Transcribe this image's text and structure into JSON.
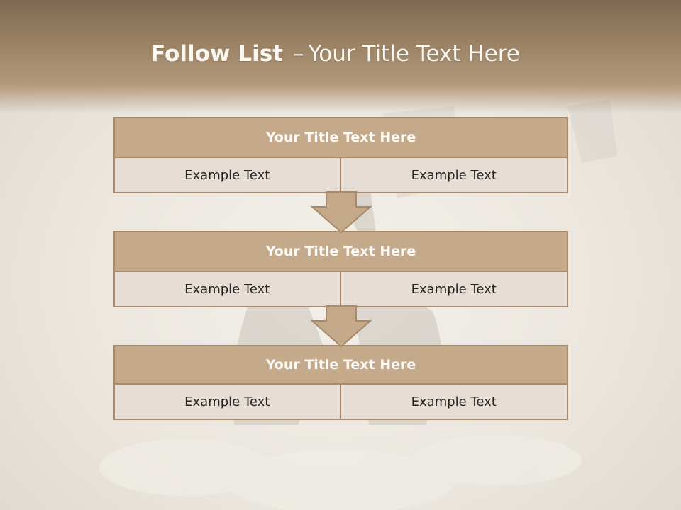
{
  "slide": {
    "title_bold": "Follow List",
    "title_dash": "–",
    "title_rest": "Your Title Text Here"
  },
  "steps": [
    {
      "title": "Your Title Text Here",
      "left": "Example Text",
      "right": "Example Text"
    },
    {
      "title": "Your Title Text Here",
      "left": "Example Text",
      "right": "Example Text"
    },
    {
      "title": "Your Title Text Here",
      "left": "Example Text",
      "right": "Example Text"
    }
  ],
  "colors": {
    "header_brown": "#7e6a52",
    "block_title_fill": "#c4a98a",
    "block_border": "#a88a6a",
    "cell_fill": "#e6ddd6"
  },
  "icons": {
    "connector": "down-arrow-icon"
  }
}
